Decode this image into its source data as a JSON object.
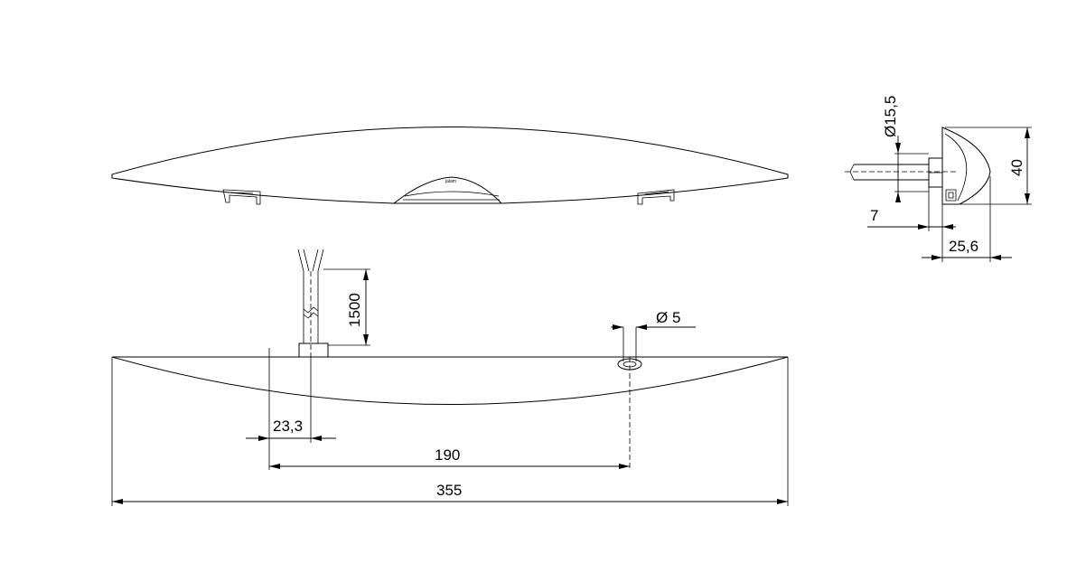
{
  "drawing": {
    "top_view": {
      "label": "jalam"
    },
    "front_view": {
      "dim_cable_length": "1500",
      "dim_hole_diameter": "Ø 5",
      "dim_cable_offset": "23,3",
      "dim_hole_spacing": "190",
      "dim_overall_length": "355"
    },
    "side_view": {
      "dim_shaft_diameter": "Ø15,5",
      "dim_height": "40",
      "dim_shaft_length": "7",
      "dim_depth": "25,6"
    }
  }
}
